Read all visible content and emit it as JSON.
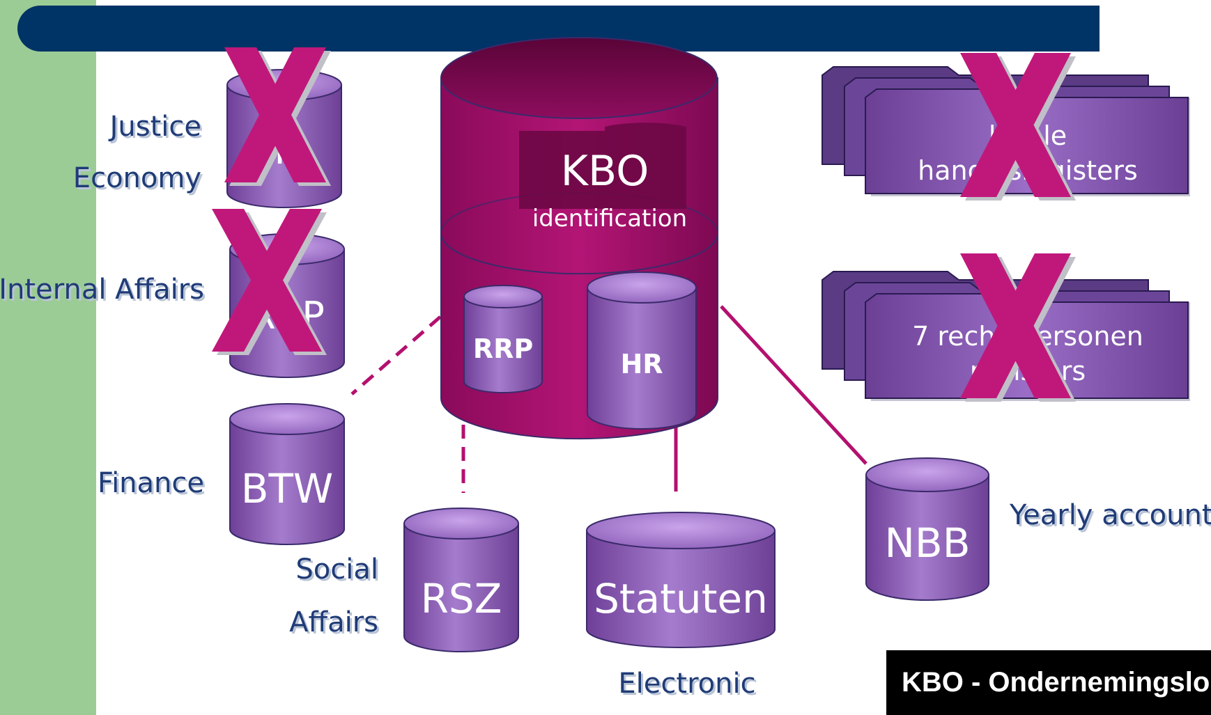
{
  "colors": {
    "left_band": "#9ccc96",
    "top_bar": "#003366",
    "kbo_dark": "#6a0a48",
    "kbo_mid": "#a2106a",
    "cylinder_purple": "#9a6cc4",
    "cross": "#c0187a",
    "label_text": "#1f3b77",
    "connector": "#b4106e"
  },
  "central": {
    "title": "KBO",
    "subtitle": "identification",
    "inner_left": "RRP",
    "inner_right": "HR"
  },
  "left_databases": {
    "hr": {
      "label": "HR",
      "lines": [
        "Justice",
        "Economy"
      ],
      "crossed": true
    },
    "rrp": {
      "label": "RRP",
      "lines": [
        "Internal Affairs"
      ],
      "crossed": true
    },
    "btw": {
      "label": "BTW",
      "lines": [
        "Finance"
      ],
      "crossed": false
    }
  },
  "bottom_databases": {
    "rsz": {
      "label": "RSZ",
      "lines": [
        "Social",
        "Affairs"
      ]
    },
    "statuten": {
      "label": "Statuten",
      "caption": "Electronic"
    }
  },
  "right_databases": {
    "nbb": {
      "label": "NBB",
      "caption": "Yearly account"
    }
  },
  "stacked_registers": [
    {
      "lines": [
        "lokale",
        "handelsregisters"
      ],
      "crossed": true
    },
    {
      "lines": [
        "7 rechtspersonen",
        "registers"
      ],
      "crossed": true
    }
  ],
  "footer": {
    "text": "KBO - Ondernemingsloket"
  }
}
